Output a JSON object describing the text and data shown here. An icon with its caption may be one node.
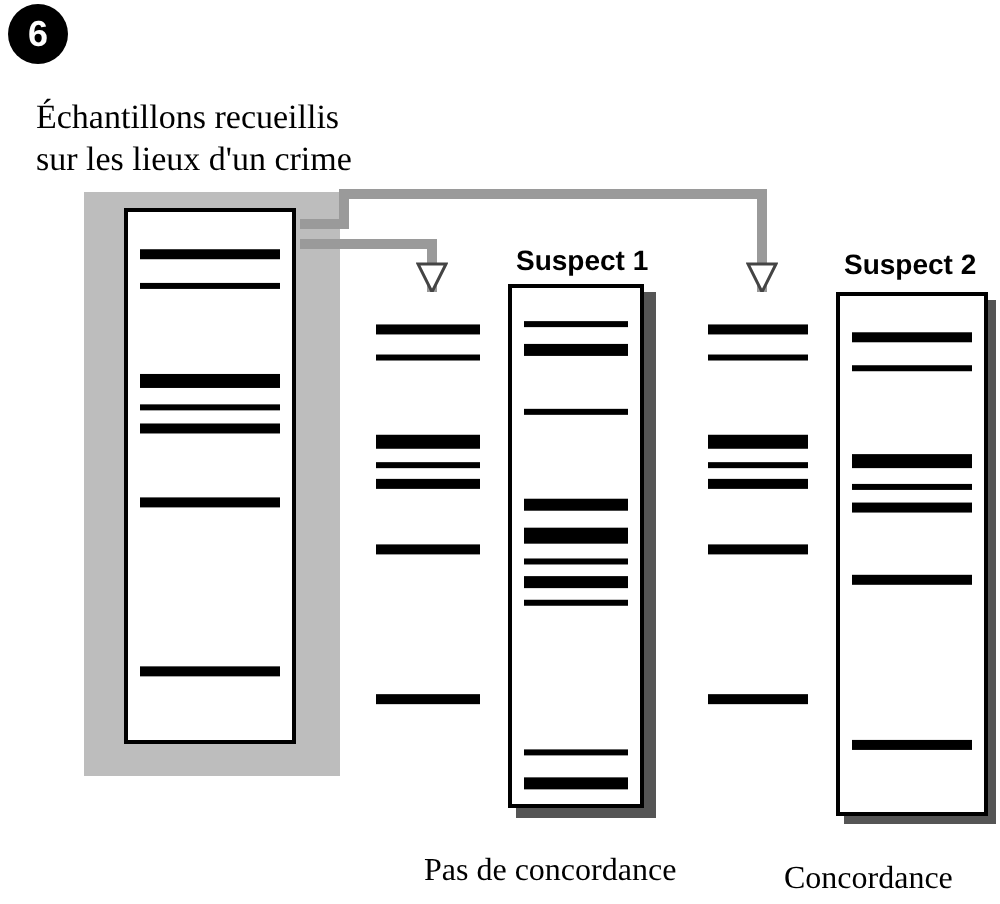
{
  "diagram": {
    "nodes": [
      {
        "text": [
          "Échantillons recueillis sur les lieux d'un crime"
        ]
      },
      {
        "text": [],
        "shape": "box"
      },
      {
        "text": [
          "Suspect 1"
        ]
      },
      {
        "text": [],
        "shape": "box"
      },
      {
        "text": [
          "Suspect 2"
        ]
      }
    ],
    "edges": [
      {
        "from": 0,
        "to": 1,
        "arrow": "to"
      },
      {
        "from": 0,
        "to": 3,
        "arrow": "to"
      }
    ],
    "labels": [
      "6",
      "Pas de concordance",
      "Concordance"
    ]
  }
}
